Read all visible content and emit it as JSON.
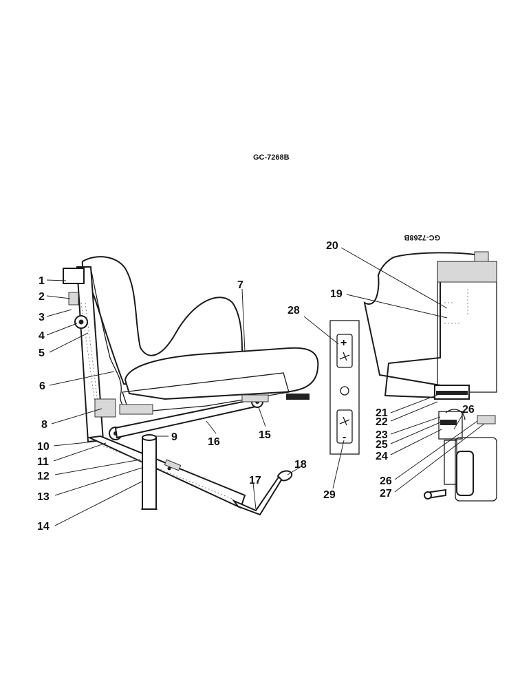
{
  "figure_code": "GC-7268B",
  "inset_code_mirrored": "GC-7268B",
  "callouts": [
    "1",
    "2",
    "3",
    "4",
    "5",
    "6",
    "7",
    "8",
    "9",
    "10",
    "11",
    "12",
    "13",
    "14",
    "15",
    "16",
    "17",
    "18",
    "19",
    "20",
    "21",
    "22",
    "23",
    "24",
    "25",
    "26",
    "26",
    "27",
    "28",
    "29"
  ],
  "panel_symbols": {
    "plus": "+",
    "minus": "-"
  }
}
